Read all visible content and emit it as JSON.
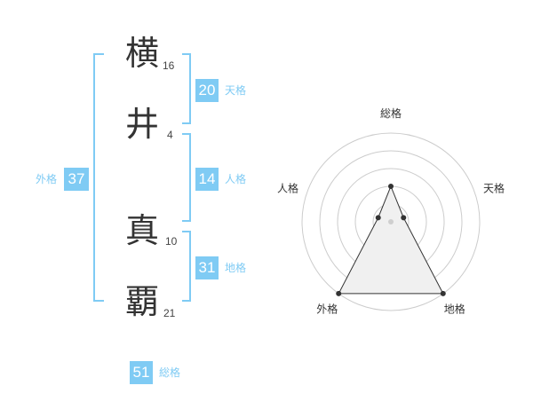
{
  "name": {
    "chars": [
      {
        "kanji": "横",
        "strokes": "16"
      },
      {
        "kanji": "井",
        "strokes": "4"
      },
      {
        "kanji": "真",
        "strokes": "10"
      },
      {
        "kanji": "覇",
        "strokes": "21"
      }
    ]
  },
  "fortunes": {
    "tenkaku": {
      "value": "20",
      "label": "天格"
    },
    "jinkaku": {
      "value": "14",
      "label": "人格"
    },
    "chikaku": {
      "value": "31",
      "label": "地格"
    },
    "gaikaku": {
      "value": "37",
      "label": "外格"
    },
    "soukaku": {
      "value": "51",
      "label": "総格"
    }
  },
  "colors": {
    "accent": "#7fcbf4",
    "text": "#333333"
  },
  "chart_data": {
    "type": "radar",
    "axes": [
      "総格",
      "天格",
      "地格",
      "外格",
      "人格"
    ],
    "values": [
      0.4,
      0.15,
      1.0,
      1.0,
      0.15
    ],
    "range": [
      0,
      1
    ]
  }
}
